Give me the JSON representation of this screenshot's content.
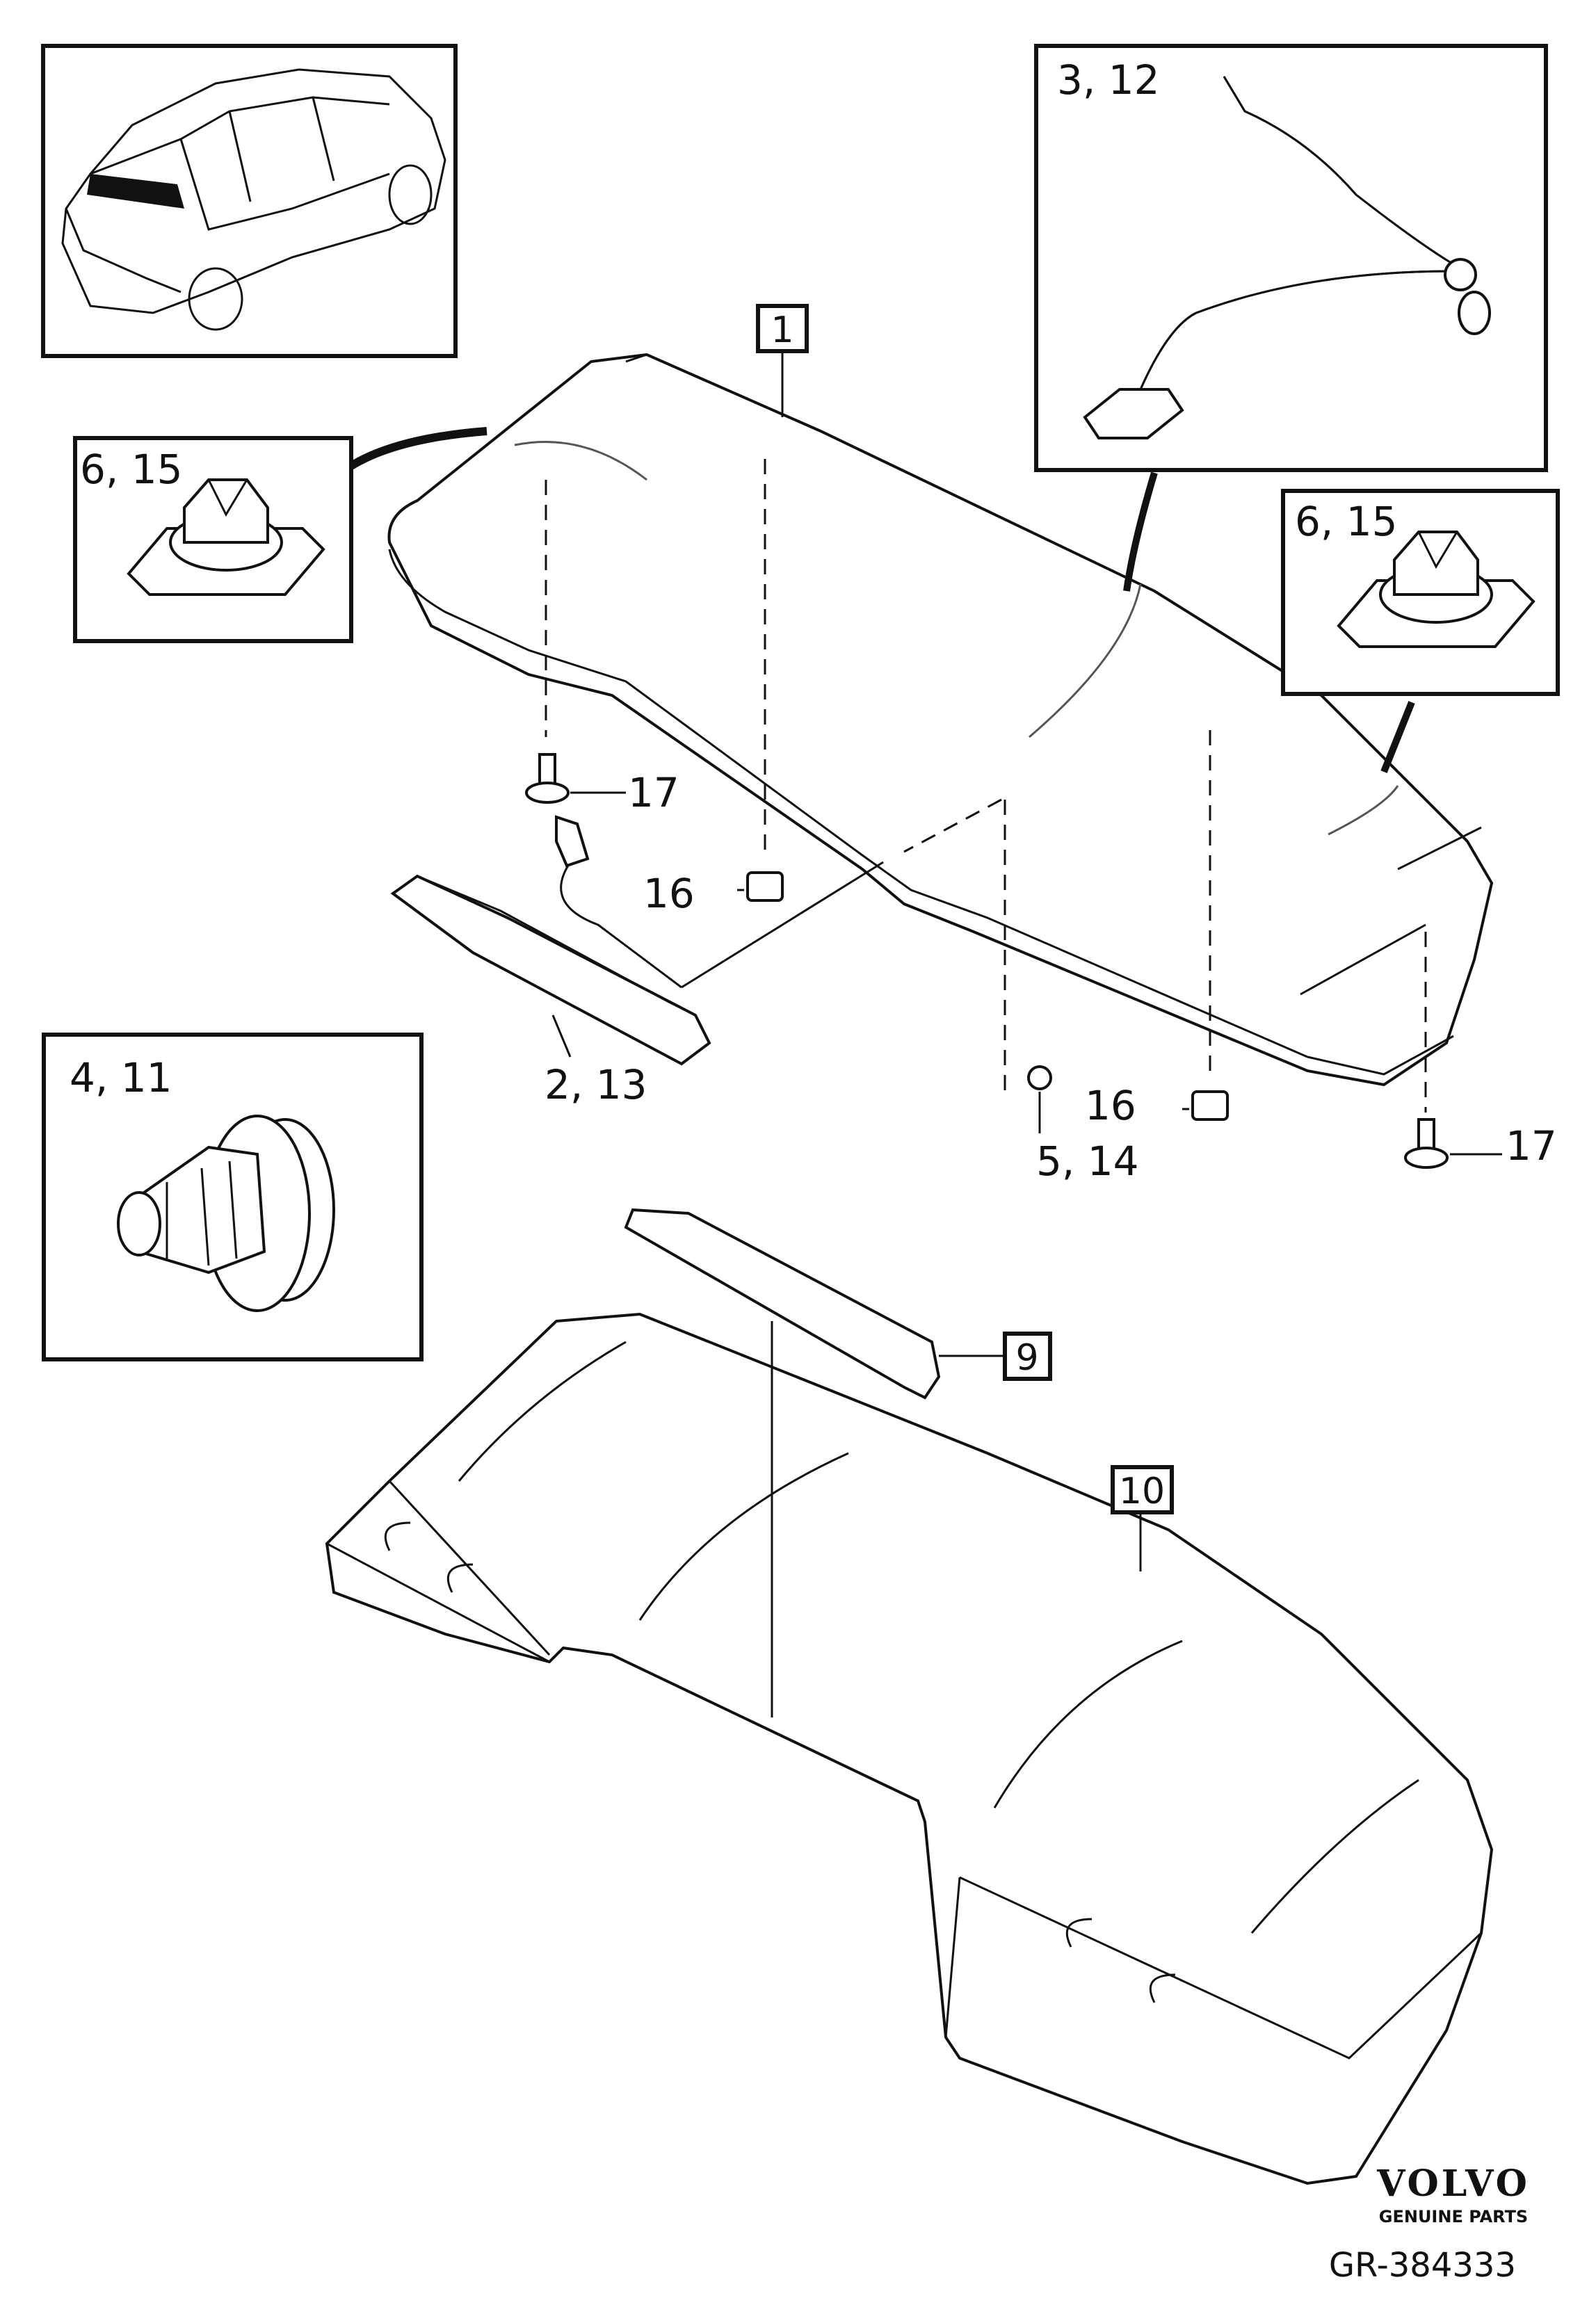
{
  "diagram": {
    "callouts": {
      "spoiler": "1",
      "brake_light": "2, 13",
      "washer_hose": "3, 12",
      "grommet": "4, 11",
      "nut_small": "5, 14",
      "clip_left": "6, 15",
      "clip_right": "6, 15",
      "pad": "9",
      "cover": "10",
      "nut_left": "16",
      "nut_right": "16",
      "screw_left": "17",
      "screw_right": "17"
    }
  },
  "footer": {
    "brand": "VOLVO",
    "tagline": "GENUINE PARTS",
    "code": "GR-384333"
  }
}
